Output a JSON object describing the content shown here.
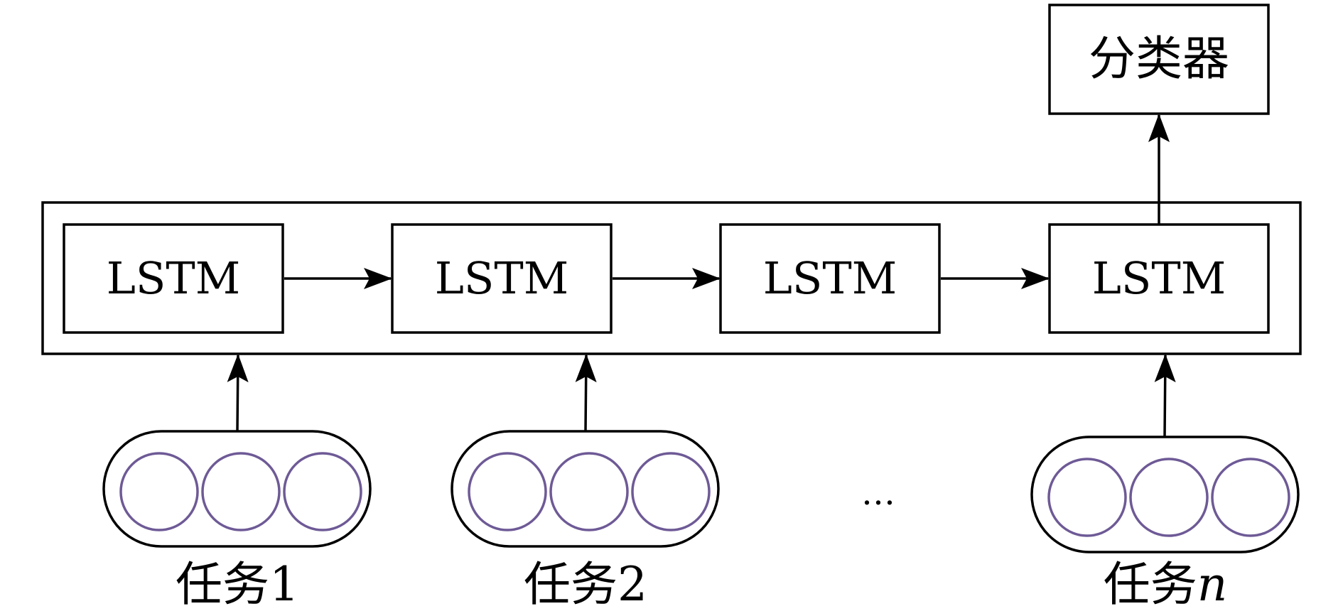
{
  "diagram": {
    "classifier_label": "分类器",
    "lstm_cells": [
      {
        "label": "LSTM"
      },
      {
        "label": "LSTM"
      },
      {
        "label": "LSTM"
      },
      {
        "label": "LSTM"
      }
    ],
    "ellipsis": "…",
    "tasks": [
      {
        "prefix": "任务",
        "suffix": "1"
      },
      {
        "prefix": "任务",
        "suffix": "2"
      },
      {
        "prefix": "任务",
        "suffix": "n"
      }
    ],
    "colors": {
      "stroke": "#000000",
      "node_circle": "#6e5a96"
    }
  }
}
